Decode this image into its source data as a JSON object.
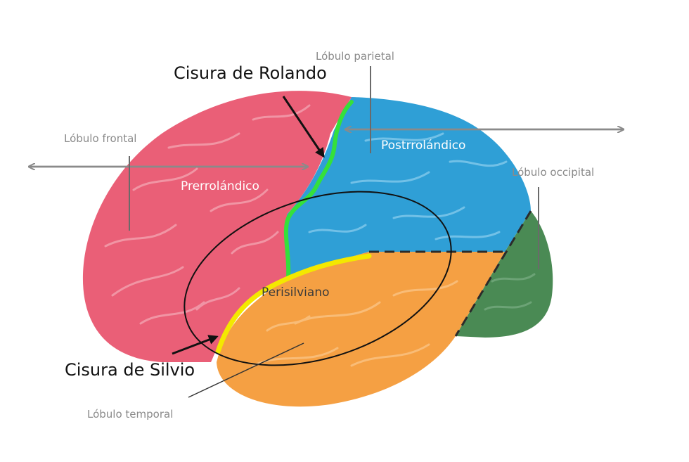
{
  "labels": {
    "parietal": "Lóbulo parietal",
    "rolando": "Cisura de Rolando",
    "frontal": "Lóbulo frontal",
    "postrolandico": "Postrrolándico",
    "prerolandico": "Prerrolándico",
    "occipital": "Lóbulo occipital",
    "perisilviano": "Perisilviano",
    "silvio": "Cisura de Silvio",
    "temporal": "Lóbulo temporal"
  },
  "colors": {
    "frontal": "#ea5f77",
    "parietal": "#2f9fd6",
    "temporal": "#f5a043",
    "occipital": "#4a8a54",
    "rolando_line": "#35e03a",
    "silvio_line": "#f4e800",
    "arrow_gray": "#8a8a8a"
  }
}
